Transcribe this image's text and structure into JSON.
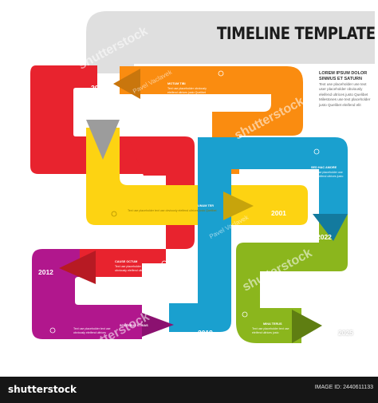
{
  "title": "TIMELINE TEMPLATE",
  "intro": {
    "heading": "LOREM IPSUM DOLOR SINMUS ET SATURN",
    "body": "Text use placeholder use text user placeholder obviously eleifend ultrices justo Quelibet Milestones use text placeholder justo Quelibet eleifend elit"
  },
  "events": [
    {
      "year": "2008",
      "heading": "Motum tibi",
      "body": "Text use placeholder obviously eleifend ultrices justo Quelibet"
    },
    {
      "year": "2001",
      "heading": "Unum ter",
      "body": "Text use placeholder text use obviously eleifend ultrices justo Quelibet"
    },
    {
      "year": "2022",
      "heading": "Sed hac amore",
      "body": "Text use placeholder use text eleifend ultrices justo"
    },
    {
      "year": "2012",
      "heading": "Cause octum",
      "body": "Text use placeholder text use obviously eleifend ultrices justo"
    },
    {
      "year": "2019",
      "heading": "Scelerus strias",
      "body": "Text use placeholder text use obviously eleifend ultrices"
    },
    {
      "year": "2025",
      "heading": "Mina terus",
      "body": "Text use placeholder text use eleifend ultrices justo"
    }
  ],
  "colors": {
    "red": "#e8232e",
    "orange": "#fa8c10",
    "yellow": "#fdd312",
    "blue": "#1aa0cf",
    "magenta": "#b1178d",
    "green": "#8bb61d",
    "gray": "#dcdcdc"
  },
  "watermark": {
    "brand": "shutterstock",
    "author": "Pavel Vaclavek"
  },
  "footer": {
    "brand": "shutterstock",
    "image_id": "IMAGE ID: 2440611133"
  }
}
